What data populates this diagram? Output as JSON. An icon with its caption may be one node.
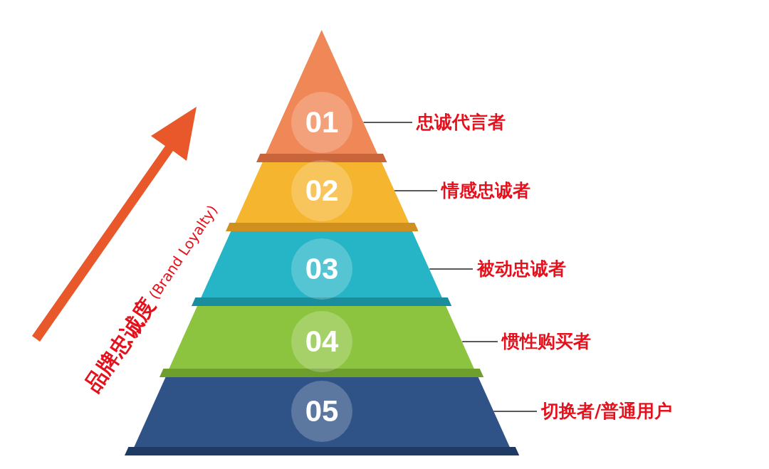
{
  "diagram": {
    "nodes": [
      {
        "text": [
          "01"
        ]
      },
      {
        "text": [
          "02"
        ]
      },
      {
        "text": [
          "03"
        ]
      },
      {
        "text": [
          "04"
        ]
      },
      {
        "text": [
          "05"
        ]
      },
      {
        "text": [
          "忠诚代言者"
        ]
      },
      {
        "text": [
          "情感忠诚者"
        ]
      },
      {
        "text": [
          "被动忠诚者"
        ]
      },
      {
        "text": [
          "惯性购买者"
        ]
      },
      {
        "text": [
          "切换者/普通用户"
        ]
      }
    ],
    "edges": [
      {
        "from": 0,
        "to": 5,
        "arrow": "none"
      },
      {
        "from": 1,
        "to": 6,
        "arrow": "none"
      },
      {
        "from": 2,
        "to": 7,
        "arrow": "none"
      },
      {
        "from": 3,
        "to": 8,
        "arrow": "none"
      },
      {
        "from": 4,
        "to": 9,
        "arrow": "none"
      }
    ],
    "labels": [
      "品牌忠诚度",
      "(Brand Loyalty)"
    ]
  }
}
